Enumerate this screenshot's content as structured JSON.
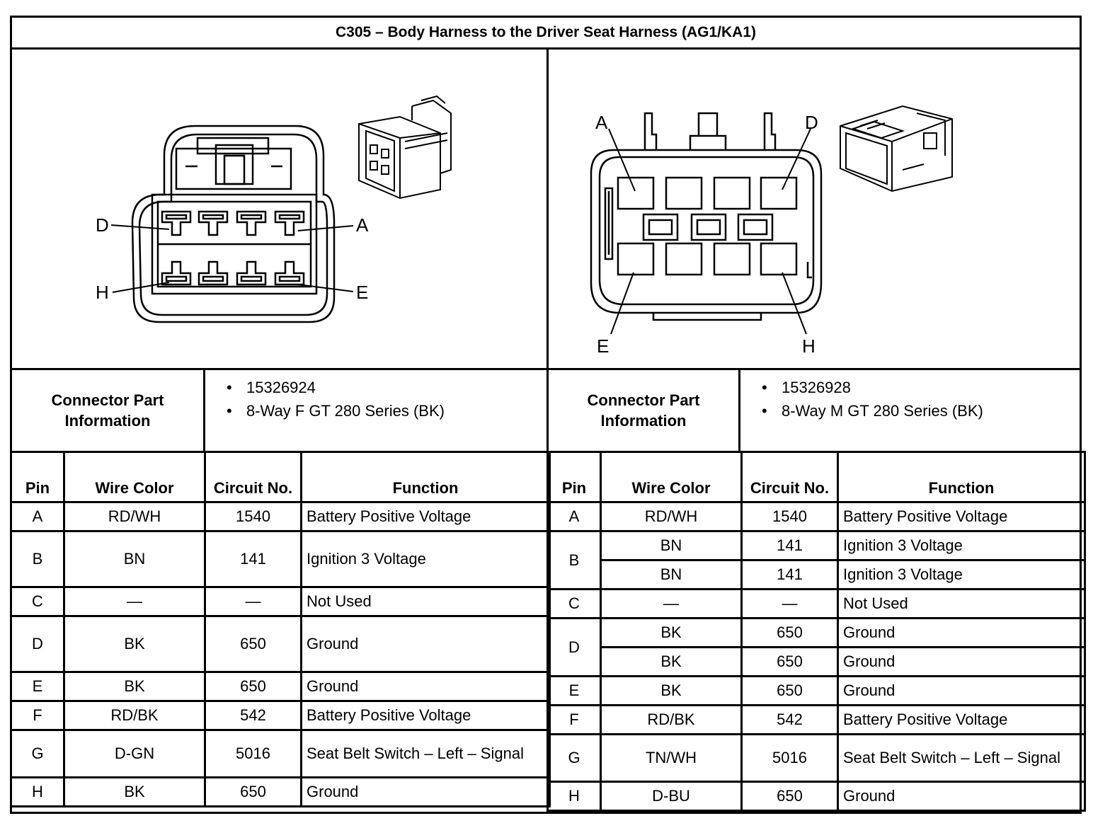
{
  "title": "C305 – Body Harness to the Driver Seat Harness (AG1/KA1)",
  "left": {
    "cavity_labels": [
      "D",
      "A",
      "H",
      "E"
    ],
    "part_info_label": "Connector Part Information",
    "part_info": [
      "15326924",
      "8-Way F GT 280 Series (BK)"
    ],
    "headers": {
      "pin": "Pin",
      "wire": "Wire Color",
      "circuit": "Circuit No.",
      "function": "Function"
    },
    "rows": [
      {
        "pin": "A",
        "wire": "RD/WH",
        "circuit": "1540",
        "function": "Battery Positive Voltage"
      },
      {
        "pin": "B",
        "wire": "BN",
        "circuit": "141",
        "function": "Ignition 3 Voltage"
      },
      {
        "pin": "C",
        "wire": "—",
        "circuit": "—",
        "function": "Not Used"
      },
      {
        "pin": "D",
        "wire": "BK",
        "circuit": "650",
        "function": "Ground"
      },
      {
        "pin": "E",
        "wire": "BK",
        "circuit": "650",
        "function": "Ground"
      },
      {
        "pin": "F",
        "wire": "RD/BK",
        "circuit": "542",
        "function": "Battery Positive Voltage"
      },
      {
        "pin": "G",
        "wire": "D-GN",
        "circuit": "5016",
        "function": "Seat Belt Switch – Left – Signal"
      },
      {
        "pin": "H",
        "wire": "BK",
        "circuit": "650",
        "function": "Ground"
      }
    ]
  },
  "right": {
    "cavity_labels": [
      "A",
      "D",
      "E",
      "H"
    ],
    "part_info_label": "Connector Part Information",
    "part_info": [
      "15326928",
      "8-Way M GT 280 Series (BK)"
    ],
    "headers": {
      "pin": "Pin",
      "wire": "Wire Color",
      "circuit": "Circuit No.",
      "function": "Function"
    },
    "rows": [
      {
        "pin": "A",
        "wire": "RD/WH",
        "circuit": "1540",
        "function": "Battery Positive Voltage"
      },
      {
        "pin": "B",
        "wire": "BN",
        "circuit": "141",
        "function": "Ignition 3 Voltage"
      },
      {
        "pin": "",
        "wire": "BN",
        "circuit": "141",
        "function": "Ignition 3 Voltage"
      },
      {
        "pin": "C",
        "wire": "—",
        "circuit": "—",
        "function": "Not Used"
      },
      {
        "pin": "D",
        "wire": "BK",
        "circuit": "650",
        "function": "Ground"
      },
      {
        "pin": "",
        "wire": "BK",
        "circuit": "650",
        "function": "Ground"
      },
      {
        "pin": "E",
        "wire": "BK",
        "circuit": "650",
        "function": "Ground"
      },
      {
        "pin": "F",
        "wire": "RD/BK",
        "circuit": "542",
        "function": "Battery Positive Voltage"
      },
      {
        "pin": "G",
        "wire": "TN/WH",
        "circuit": "5016",
        "function": "Seat Belt Switch – Left – Signal"
      },
      {
        "pin": "H",
        "wire": "D-BU",
        "circuit": "650",
        "function": "Ground"
      }
    ]
  }
}
